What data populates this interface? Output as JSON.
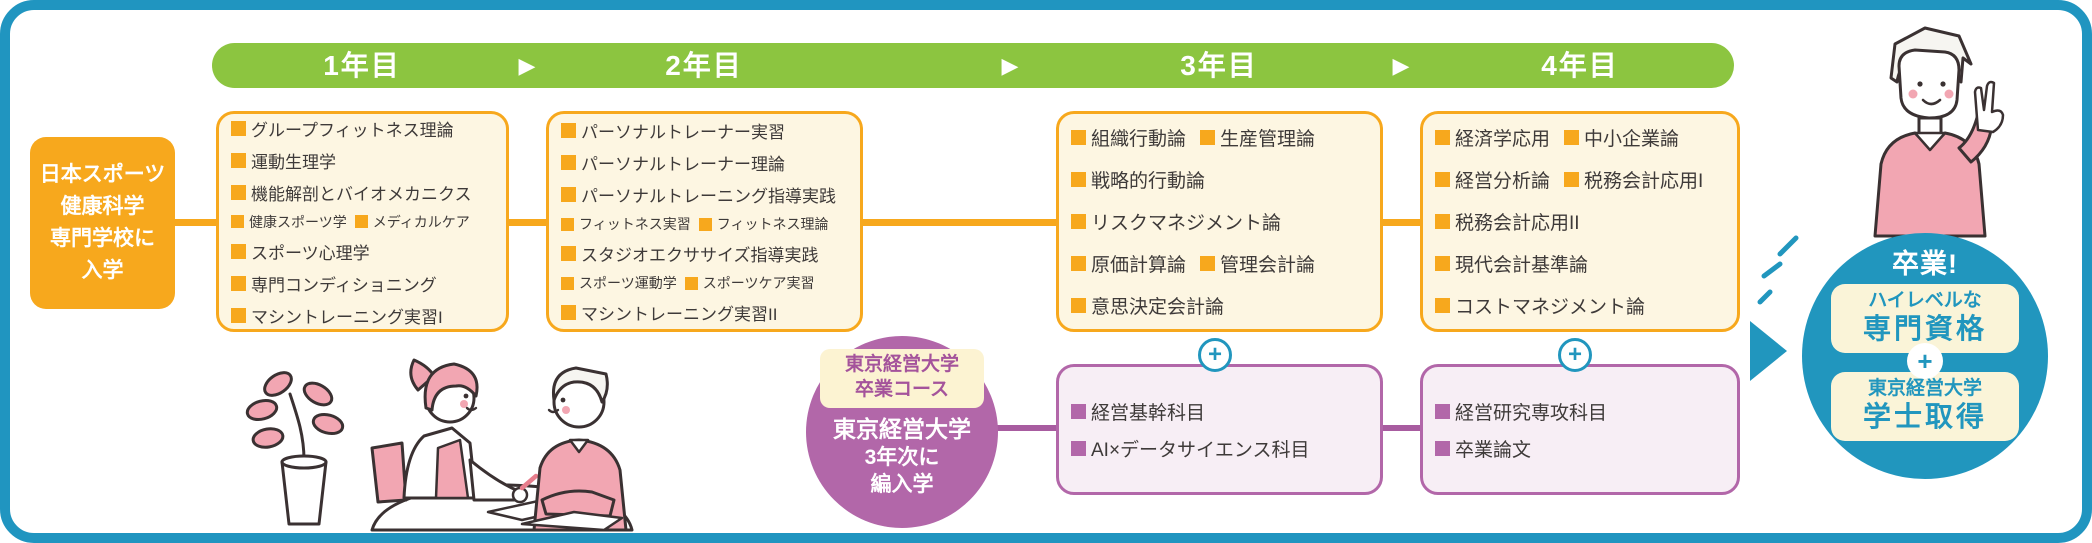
{
  "colors": {
    "frame_blue": "#2095c0",
    "timeline_green": "#8cc540",
    "orange": "#f7a81d",
    "course_box_bg": "#fdf6e2",
    "text_dark": "#3e3a39",
    "purple": "#b267a9",
    "purple_text": "#a4539b",
    "purple_box_bg": "#f7eef5",
    "accent_blue": "#2196be",
    "goal_box_bg": "#faf4d8",
    "illustration_pink": "#f2a6b2"
  },
  "icons": {
    "timeline_arrow": "▶",
    "plus": "+"
  },
  "timeline": {
    "arrow": "▶",
    "years": [
      "1年目",
      "2年目",
      "3年目",
      "4年目"
    ]
  },
  "entry_box": {
    "lines": [
      "日本スポーツ",
      "健康科学",
      "専門学校に",
      "入学"
    ]
  },
  "curriculum": {
    "year1": {
      "rows": [
        [
          "グループフィットネス理論"
        ],
        [
          "運動生理学"
        ],
        [
          "機能解剖とバイオメカニクス"
        ],
        [
          "健康スポーツ学",
          "メディカルケア"
        ],
        [
          "スポーツ心理学"
        ],
        [
          "専門コンディショニング"
        ],
        [
          "マシントレーニング実習I"
        ]
      ]
    },
    "year2": {
      "rows": [
        [
          "パーソナルトレーナー実習"
        ],
        [
          "パーソナルトレーナー理論"
        ],
        [
          "パーソナルトレーニング指導実践"
        ],
        [
          "フィットネス実習",
          "フィットネス理論"
        ],
        [
          "スタジオエクササイズ指導実践"
        ],
        [
          "スポーツ運動学",
          "スポーツケア実習"
        ],
        [
          "マシントレーニング実習II"
        ]
      ]
    },
    "year3": {
      "rows": [
        [
          "組織行動論",
          "生産管理論"
        ],
        [
          "戦略的行動論"
        ],
        [
          "リスクマネジメント論"
        ],
        [
          "原価計算論",
          "管理会計論"
        ],
        [
          "意思決定会計論"
        ]
      ]
    },
    "year4": {
      "rows": [
        [
          "経済学応用",
          "中小企業論"
        ],
        [
          "経営分析論",
          "税務会計応用I"
        ],
        [
          "税務会計応用II"
        ],
        [
          "現代会計基準論"
        ],
        [
          "コストマネジメント論"
        ]
      ]
    }
  },
  "transfer": {
    "badge_lines": [
      "東京経営大学",
      "卒業コース"
    ],
    "circle_lines": [
      "東京経営大学",
      "3年次に",
      "編入学"
    ],
    "plus": "+",
    "year3_rows": [
      [
        "経営基幹科目"
      ],
      [
        "AI×データサイエンス科目"
      ]
    ],
    "year4_rows": [
      [
        "経営研究専攻科目"
      ],
      [
        "卒業論文"
      ]
    ]
  },
  "goal": {
    "title": "卒業!",
    "box1_lines": [
      "ハイレベルな",
      "専門資格"
    ],
    "plus": "+",
    "box2_lines": [
      "東京経営大学",
      "学士取得"
    ]
  }
}
